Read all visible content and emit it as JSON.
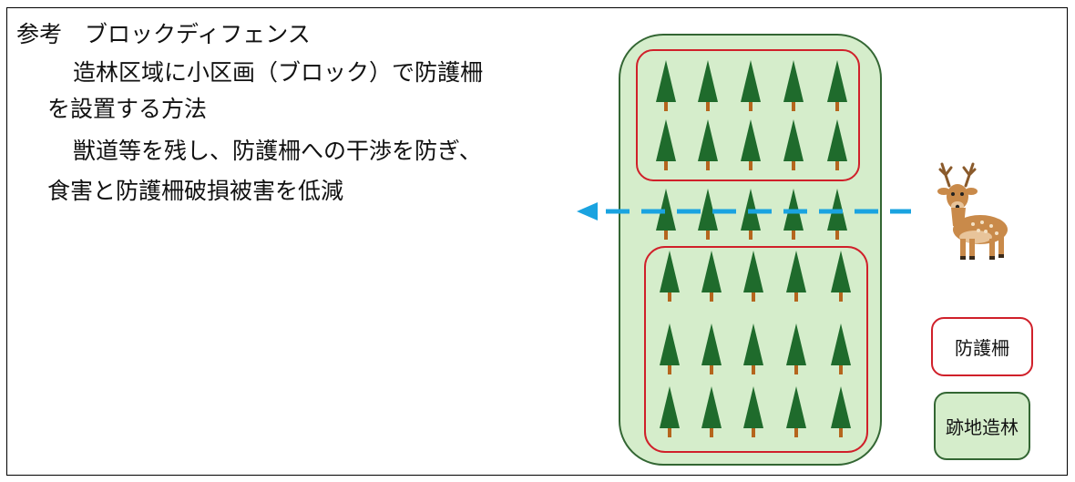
{
  "heading": "参考　ブロックディフェンス",
  "description": {
    "line1a": "造林区域に小区画（ブロック）で防護柵",
    "line1b": "を設置する方法",
    "line2a": "獣道等を残し、防護柵への干渉を防ぎ、",
    "line2b": "食害と防護柵破損被害を低減"
  },
  "legend": {
    "fence_label": "防護柵",
    "reforestation_label": "跡地造林"
  },
  "colors": {
    "reforestation_fill": "#d5edcb",
    "reforestation_border": "#336633",
    "fence": "#d0202a",
    "tree": "#1f6b2c",
    "trunk": "#b5651d",
    "animal_path": "#1aa3e0",
    "deer_body": "#c98a4a"
  },
  "icons": [
    "conifer-tree-icon",
    "deer-icon",
    "arrow-left-icon"
  ]
}
